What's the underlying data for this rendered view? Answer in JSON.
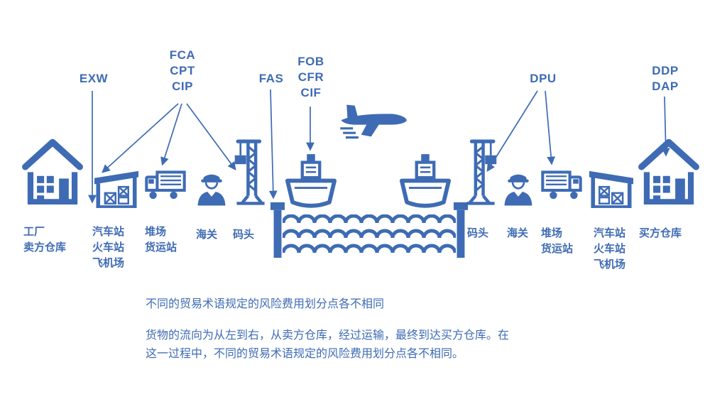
{
  "colors": {
    "accent": "#3e6bb4",
    "background": "#ffffff"
  },
  "terms": {
    "exw": "EXW",
    "fca_cpt_cip": "FCA\nCPT\nCIP",
    "fas": "FAS",
    "fob_cfr_cif": "FOB\nCFR\nCIF",
    "dpu": "DPU",
    "ddp_dap": "DDP\nDAP"
  },
  "locations": {
    "seller_warehouse": "工厂\n卖方仓库",
    "left_stations": "汽车站\n火车站\n飞机场",
    "left_yard": "堆场\n货运站",
    "left_customs": "海关",
    "left_dock": "码头",
    "right_dock": "码头",
    "right_customs": "海关",
    "right_yard": "堆场\n货运站",
    "right_stations": "汽车站\n火车站\n飞机场",
    "buyer_warehouse": "买方仓库"
  },
  "notes": {
    "line1": "不同的贸易术语规定的风险费用划分点各不相同",
    "line2": "货物的流向为从左到右，从卖方仓库，经过运输，最终到达买方仓库。在\n这一过程中，不同的贸易术语规定的风险费用划分点各不相同。"
  },
  "icons": [
    "seller-warehouse-icon",
    "station-warehouse-icon",
    "truck-icon",
    "customs-officer-icon",
    "port-crane-icon",
    "dock-icon",
    "cargo-ship-icon",
    "airplane-icon",
    "sea-waves-icon",
    "buyer-warehouse-icon"
  ]
}
